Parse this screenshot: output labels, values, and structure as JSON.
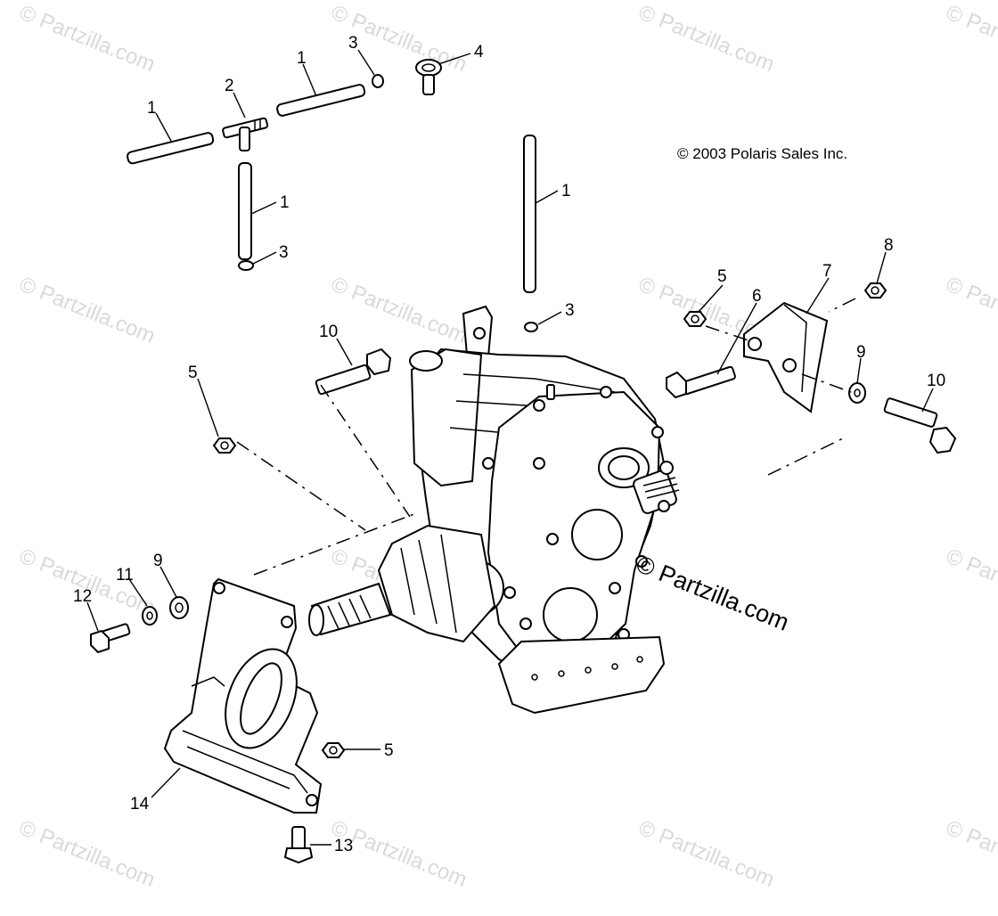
{
  "diagram": {
    "copyright": "© 2003 Polaris Sales Inc.",
    "watermark_small": "© Partzilla.com",
    "watermark_large": "© Partzilla.com",
    "callouts": [
      "1",
      "1",
      "1",
      "1",
      "2",
      "3",
      "3",
      "3",
      "4",
      "5",
      "5",
      "5",
      "6",
      "7",
      "8",
      "9",
      "9",
      "10",
      "10",
      "11",
      "12",
      "13",
      "14"
    ]
  }
}
